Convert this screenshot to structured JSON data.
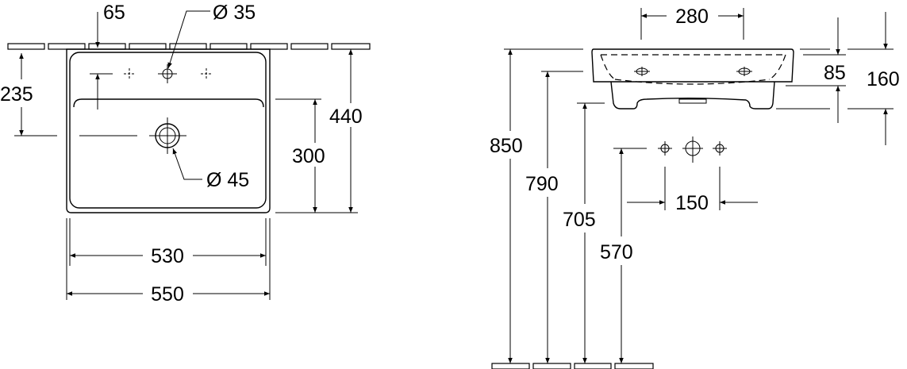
{
  "top_view": {
    "tap_offset": "65",
    "tap_hole": "Ø 35",
    "drain_hole": "Ø 45",
    "drain_from_wall": "235",
    "basin_depth_inner": "300",
    "basin_depth_outer": "440",
    "inner_width": "530",
    "outer_width": "550"
  },
  "side_view": {
    "pedestal_width": "280",
    "rim_height": "85",
    "total_height": "160",
    "rim_floor": "850",
    "bowl_floor": "790",
    "pedestal_floor": "705",
    "supply_floor": "570",
    "supply_spacing": "150"
  }
}
